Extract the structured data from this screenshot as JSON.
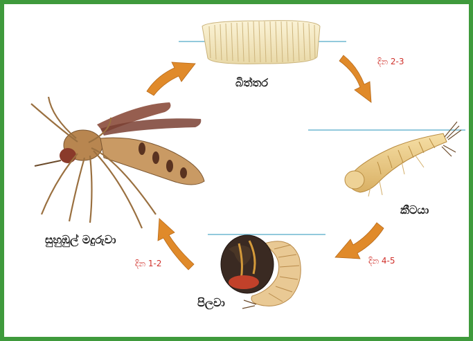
{
  "diagram": {
    "stages": {
      "eggs": "බිත්තර",
      "larva": "කීටයා",
      "pupa": "පිලවා",
      "adult": "සුහුඹුල් මදුරුවා"
    },
    "durations": {
      "eggs_to_larva": "දින 2-3",
      "larva_to_pupa": "දින 4-5",
      "pupa_to_adult": "දින 1-2"
    },
    "colors": {
      "border": "#3f9a3c",
      "arrow": "#e08a2a",
      "duration_text": "#d0302a",
      "water_line": "#6fb7d0"
    }
  }
}
